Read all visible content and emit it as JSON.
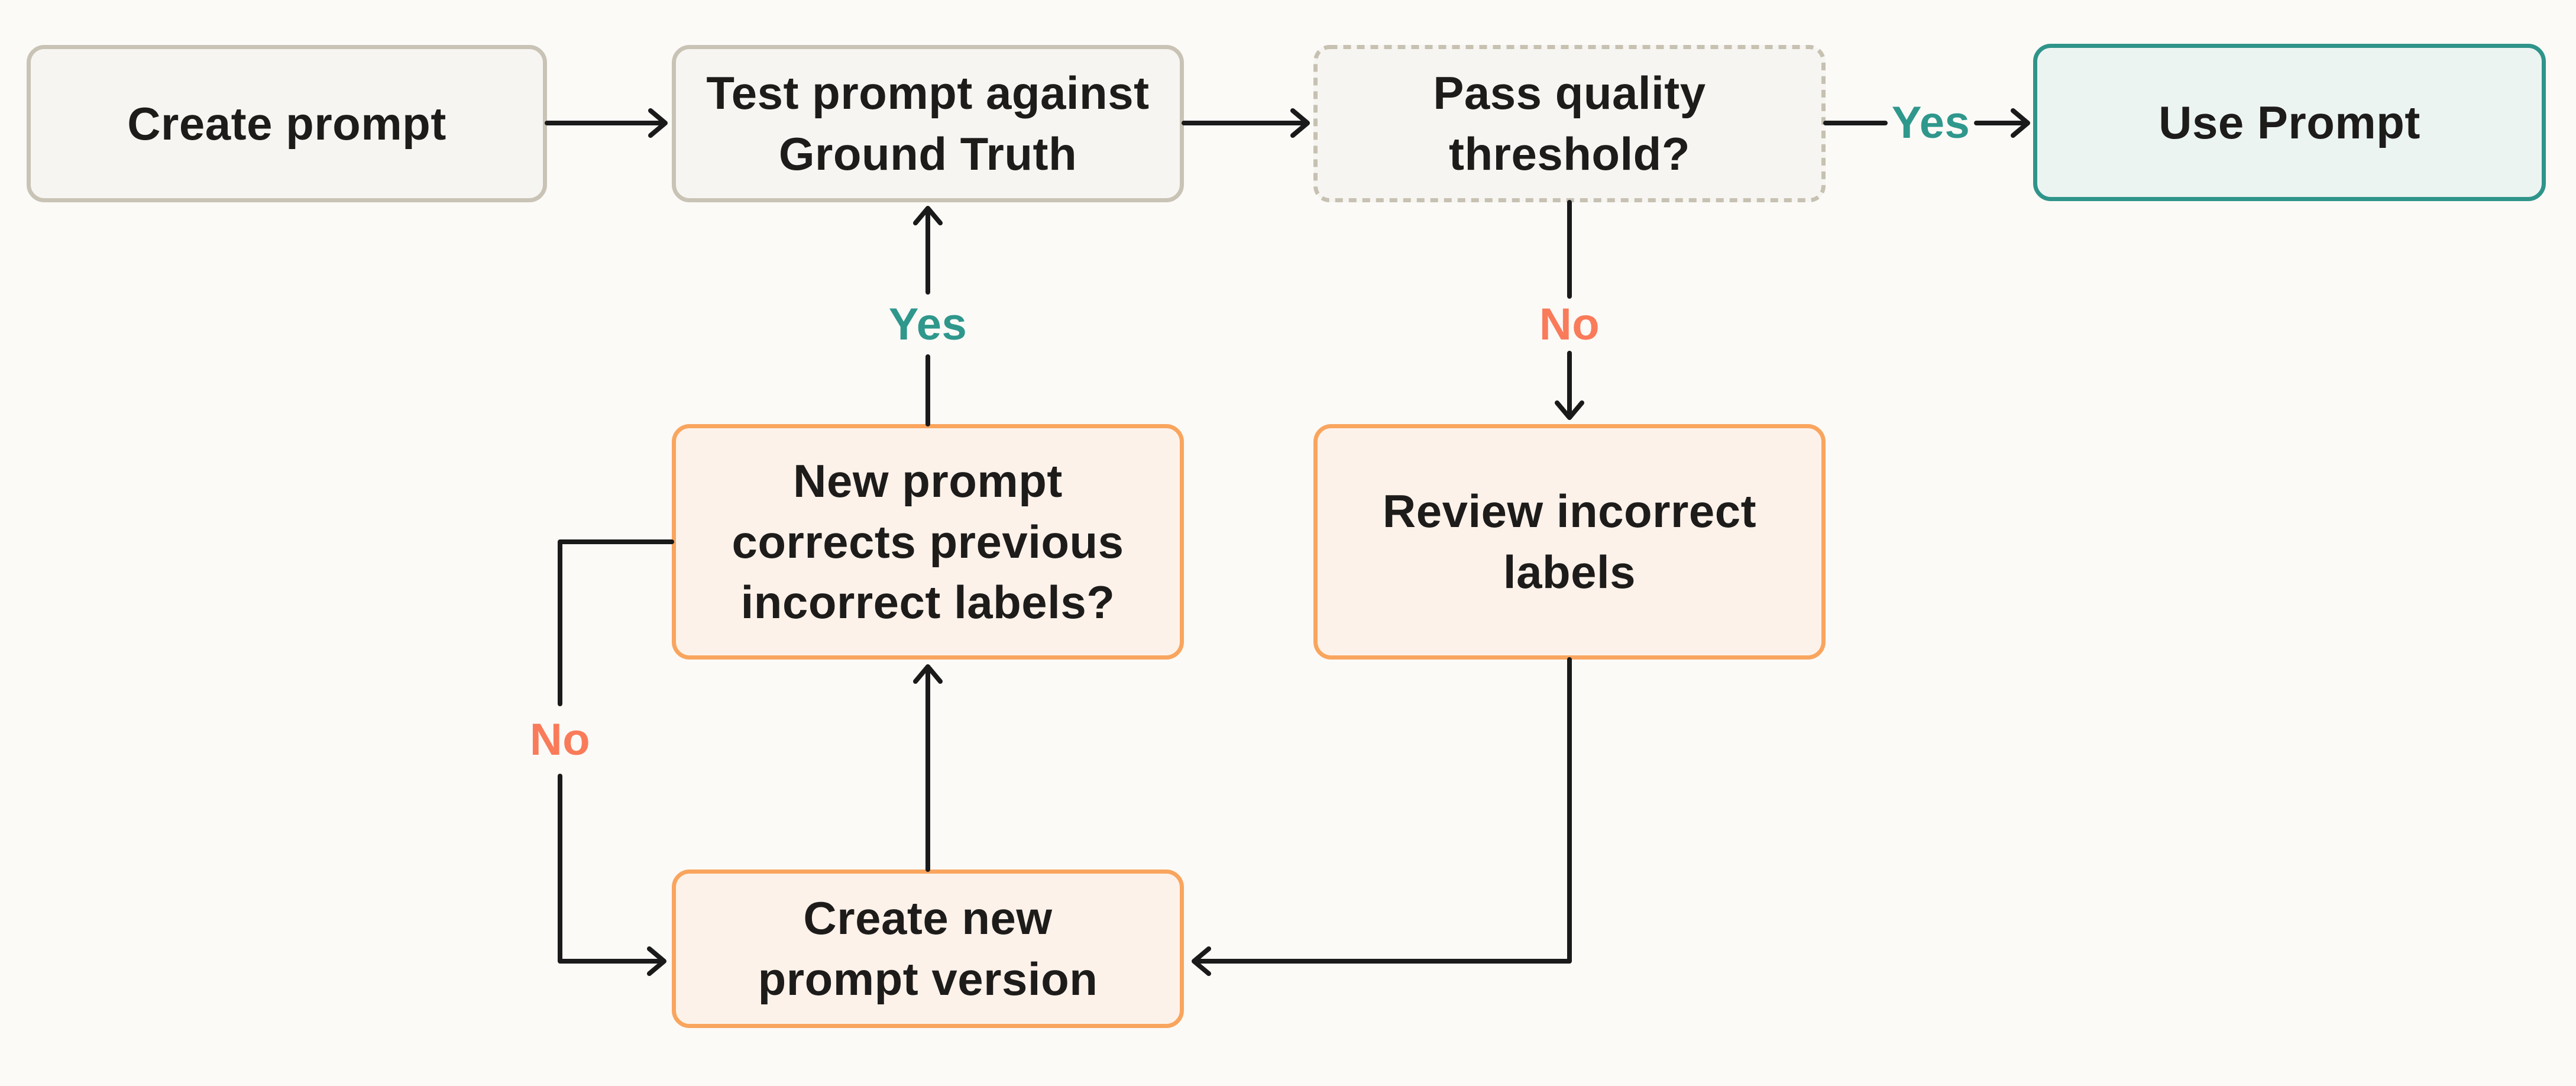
{
  "diagram": {
    "type": "flowchart",
    "background": "#fbfaf7"
  },
  "nodes": [
    {
      "id": "create-prompt",
      "label": "Create prompt",
      "variant": "neutral"
    },
    {
      "id": "test-prompt",
      "label": "Test prompt against\nGround Truth",
      "variant": "neutral"
    },
    {
      "id": "pass-threshold",
      "label": "Pass quality\nthreshold?",
      "variant": "decision-dashed"
    },
    {
      "id": "use-prompt",
      "label": "Use Prompt",
      "variant": "success"
    },
    {
      "id": "new-prompt-corrects",
      "label": "New prompt\ncorrects previous\nincorrect labels?",
      "variant": "warning"
    },
    {
      "id": "review-labels",
      "label": "Review incorrect\nlabels",
      "variant": "warning"
    },
    {
      "id": "create-new-version",
      "label": "Create new\nprompt version",
      "variant": "warning"
    }
  ],
  "edge_labels": [
    {
      "id": "yes-to-use-prompt",
      "text": "Yes",
      "color": "#2f978c"
    },
    {
      "id": "yes-to-test",
      "text": "Yes",
      "color": "#2f978c"
    },
    {
      "id": "no-to-review",
      "text": "No",
      "color": "#f97b5a"
    },
    {
      "id": "no-loop",
      "text": "No",
      "color": "#f97b5a"
    }
  ],
  "colors": {
    "background": "#fbfaf7",
    "node_fill_neutral": "#f6f5f1",
    "node_border_neutral": "#c9c3b6",
    "node_fill_success": "#ecf4f2",
    "node_border_success": "#2f9489",
    "node_fill_warning": "#fdf2ea",
    "node_border_warning": "#f9a55e",
    "dashed_border": "#c7c1b2",
    "label_yes": "#2f978c",
    "label_no": "#f97b5a",
    "arrow": "#1a1a1a",
    "text": "#1d1c1a"
  }
}
